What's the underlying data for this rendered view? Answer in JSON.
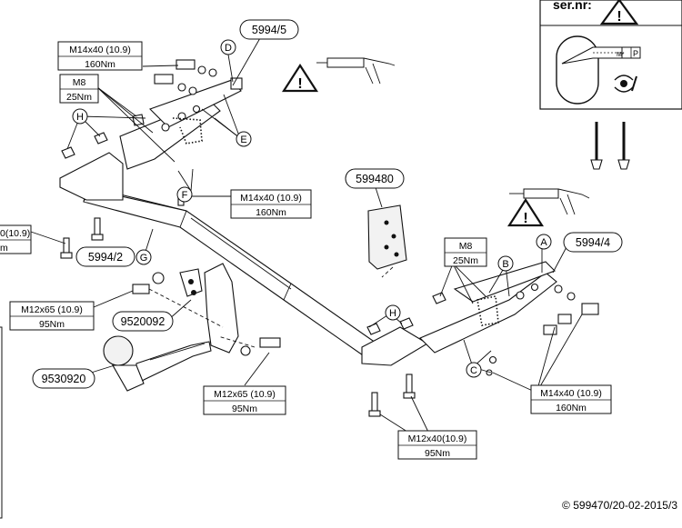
{
  "header": {
    "serial_label": "ser.nr:",
    "plate_left_text": "M*",
    "plate_right_text": "P"
  },
  "specs": {
    "m14_top_size": "M14x40 (10.9)",
    "m14_top_torque": "160Nm",
    "m8_left_size": "M8",
    "m8_left_torque": "25Nm",
    "m14_mid_size": "M14x40 (10.9)",
    "m14_mid_torque": "160Nm",
    "m12_cutoff_size": "0(10.9)",
    "m12_cutoff_torque": "m",
    "m12_left_size": "M12x65 (10.9)",
    "m12_left_torque": "95Nm",
    "m8_right_size": "M8",
    "m8_right_torque": "25Nm",
    "m14_right_size": "M14x40 (10.9)",
    "m14_right_torque": "160Nm",
    "m12_bottom_size": "M12x65 (10.9)",
    "m12_bottom_torque": "95Nm",
    "m12x40_size": "M12x40(10.9)",
    "m12x40_torque": "95Nm"
  },
  "parts": {
    "bracket_left": "5994/5",
    "bracket_right": "5994/4",
    "crossbar": "5994/2",
    "plate": "599480",
    "socket_plate": "9520092",
    "ball": "9530920"
  },
  "letters": {
    "a": "A",
    "b": "B",
    "c": "C",
    "d": "D",
    "e": "E",
    "f": "F",
    "g": "G",
    "h_left": "H",
    "h_right": "H"
  },
  "warnings": {
    "symbol": "!"
  },
  "footer": {
    "copyright": "© 599470/20-02-2015/3"
  }
}
